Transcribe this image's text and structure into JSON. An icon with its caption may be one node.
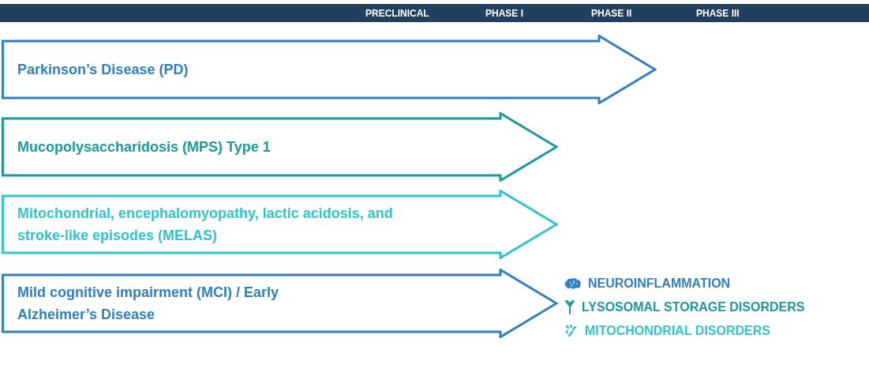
{
  "diagram": {
    "nodes": [
      {
        "text": [
          "Parkinson’s Disease (PD)"
        ]
      },
      {
        "text": [
          "Mucopolysaccharidosis (MPS) Type 1"
        ]
      },
      {
        "text": [
          "Mitochondrial, encephalomyopathy, lactic acidosis, and stroke-like episodes (MELAS)"
        ]
      },
      {
        "text": [
          "Mild cognitive impairment (MCI) / Early Alzheimer’s Disease"
        ]
      }
    ],
    "edges": [],
    "labels": [
      "PRECLINICAL",
      "PHASE I",
      "PHASE II",
      "PHASE III"
    ],
    "legend": [
      {
        "text": "NEUROINFLAMMATION"
      },
      {
        "text": "LYSOSOMAL STORAGE DISORDERS"
      },
      {
        "text": "MITOCHONDRIAL DISORDERS"
      }
    ]
  }
}
